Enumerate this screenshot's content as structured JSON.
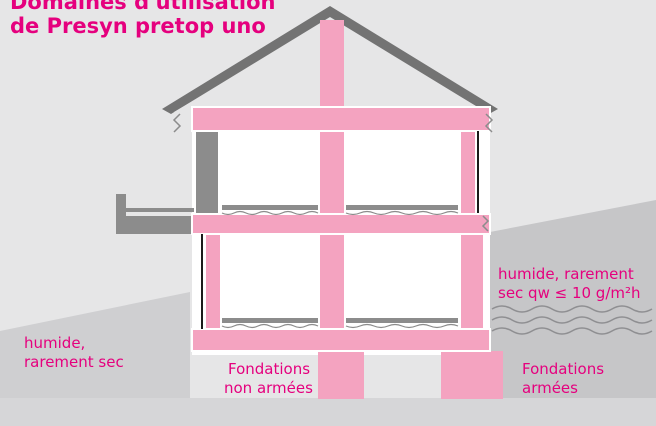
{
  "title": {
    "line1": "Domaines d'utilisation",
    "line2": "de Presyn pretop uno"
  },
  "labels": {
    "left_zone_1": "humide,",
    "left_zone_2": "rarement sec",
    "right_zone_1": "humide, rarement",
    "right_zone_2": "sec qw ≤ 10 g/m²h",
    "foundation_unreinforced_1": "Fondations",
    "foundation_unreinforced_2": "non armées",
    "foundation_reinforced_1": "Fondations",
    "foundation_reinforced_2": "armées"
  },
  "colors": {
    "accent": "#e5007e",
    "insulation": "#f4a3c0",
    "background": "#e6e6e7",
    "ground_light": "#d3d3d5",
    "ground_dark": "#c2c2c4",
    "roof": "#737373",
    "wall_dark": "#8c8c8c"
  }
}
